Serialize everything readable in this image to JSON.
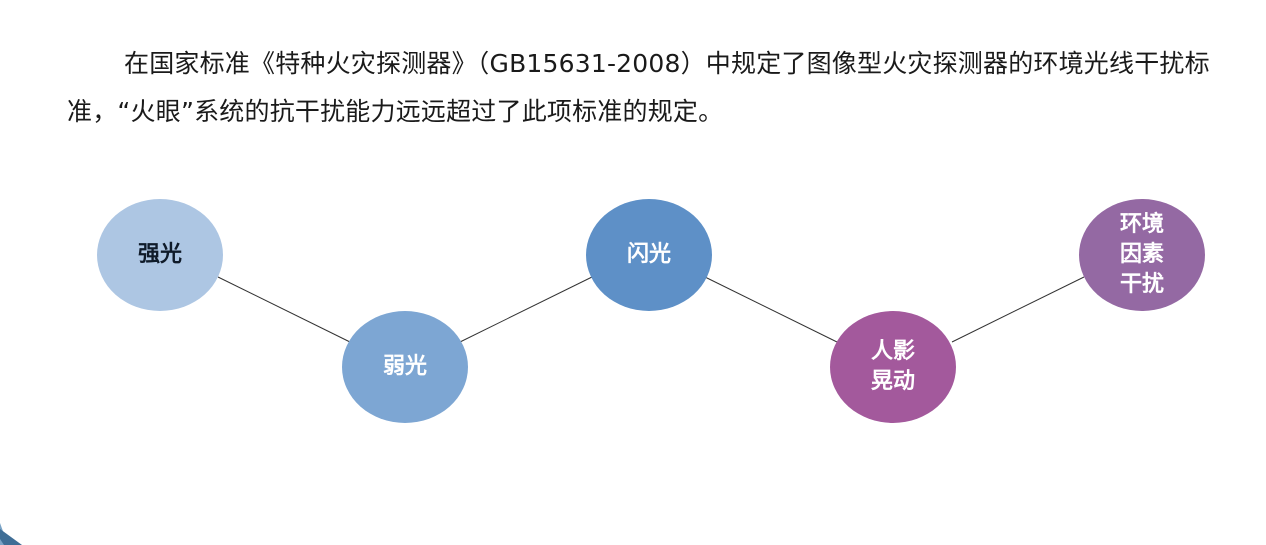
{
  "intro_text": "在国家标准《特种火灾探测器》（GB15631-2008）中规定了图像型火灾探测器的环境光线干扰标准，“火眼”系统的抗干扰能力远远超过了此项标准的规定。",
  "nodes": [
    {
      "label": "强光"
    },
    {
      "label": "弱光"
    },
    {
      "label": "闪光"
    },
    {
      "label": "人影晃动"
    },
    {
      "label": "环境因素干扰"
    }
  ],
  "colors": {
    "node_1": "#adc6e3",
    "node_2": "#7da6d3",
    "node_3": "#5e90c7",
    "node_4": "#a3599c",
    "node_5": "#9469a3",
    "connector": "#333333",
    "corner_accent": "#3f6e96"
  }
}
